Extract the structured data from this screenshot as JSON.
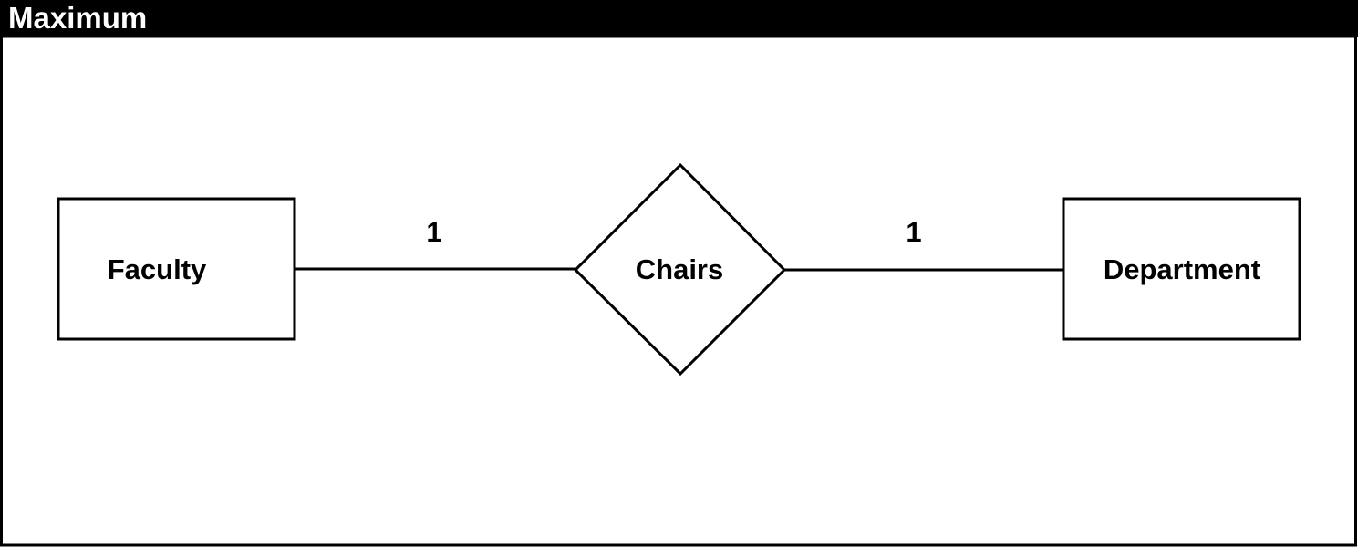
{
  "title": "Maximum",
  "colors": {
    "title_bar": "#000000",
    "title_text": "#ffffff",
    "stroke": "#000000",
    "background": "#ffffff"
  },
  "diagram": {
    "entities": [
      {
        "label": "Faculty"
      },
      {
        "label": "Department"
      }
    ],
    "relationship": {
      "label": "Chairs"
    },
    "cardinalities": [
      {
        "label": "1"
      },
      {
        "label": "1"
      }
    ]
  }
}
